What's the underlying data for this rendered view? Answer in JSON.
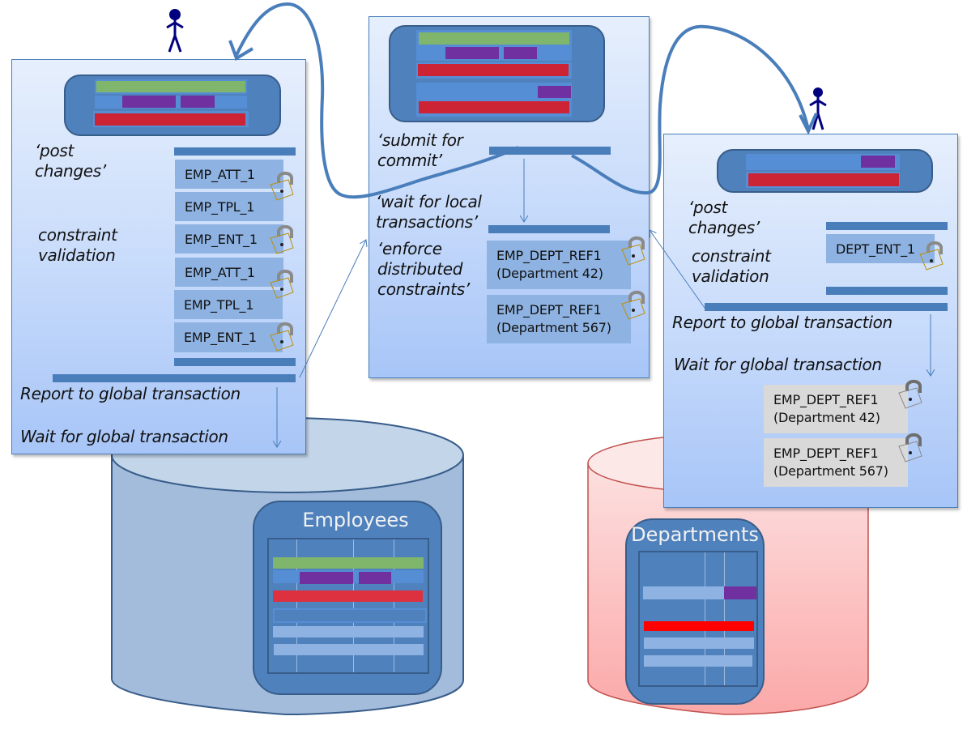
{
  "diagram": {
    "left_panel": {
      "label_post_changes": [
        "‘post",
        "changes’"
      ],
      "label_constraint_validation": [
        "constraint",
        "validation"
      ],
      "report_label": "Report to global transaction",
      "wait_label": "Wait for global transaction",
      "items": [
        {
          "label": "EMP_ATT_1",
          "locked": true
        },
        {
          "label": "EMP_TPL_1",
          "locked": false
        },
        {
          "label": "EMP_ENT_1",
          "locked": true
        },
        {
          "label": "EMP_ATT_1",
          "locked": true
        },
        {
          "label": "EMP_TPL_1",
          "locked": false
        },
        {
          "label": "EMP_ENT_1",
          "locked": true
        }
      ]
    },
    "middle_panel": {
      "label_submit": [
        "‘submit for",
        "commit’"
      ],
      "label_wait_local": [
        "‘wait for local",
        "transactions’"
      ],
      "label_enforce": [
        "‘enforce",
        "distributed",
        "constraints’"
      ],
      "items": [
        {
          "line1": "EMP_DEPT_REF1",
          "line2": "(Department 42)",
          "locked": true
        },
        {
          "line1": "EMP_DEPT_REF1",
          "line2": "(Department 567)",
          "locked": true
        }
      ]
    },
    "right_panel": {
      "label_post_changes": [
        "‘post",
        "changes’"
      ],
      "label_constraint_validation": [
        "constraint",
        "validation"
      ],
      "report_label": "Report to global transaction",
      "wait_label": "Wait for global transaction",
      "items": [
        {
          "label": "DEPT_ENT_1",
          "locked": true
        }
      ],
      "pending_items": [
        {
          "line1": "EMP_DEPT_REF1",
          "line2": "(Department 42)",
          "lock": "grey"
        },
        {
          "line1": "EMP_DEPT_REF1",
          "line2": "(Department 567)",
          "lock": "grey"
        }
      ]
    },
    "databases": [
      {
        "name": "Employees",
        "color": "#a3bcdb"
      },
      {
        "name": "Departments",
        "color": "#fbb0b0"
      }
    ],
    "colors": {
      "accent_blue": "#4f81bd",
      "panel_border": "#4a7ebb",
      "green": "#80b66c",
      "purple": "#7030a0",
      "red": "#cd2435",
      "user_icon": "#00007f"
    }
  }
}
